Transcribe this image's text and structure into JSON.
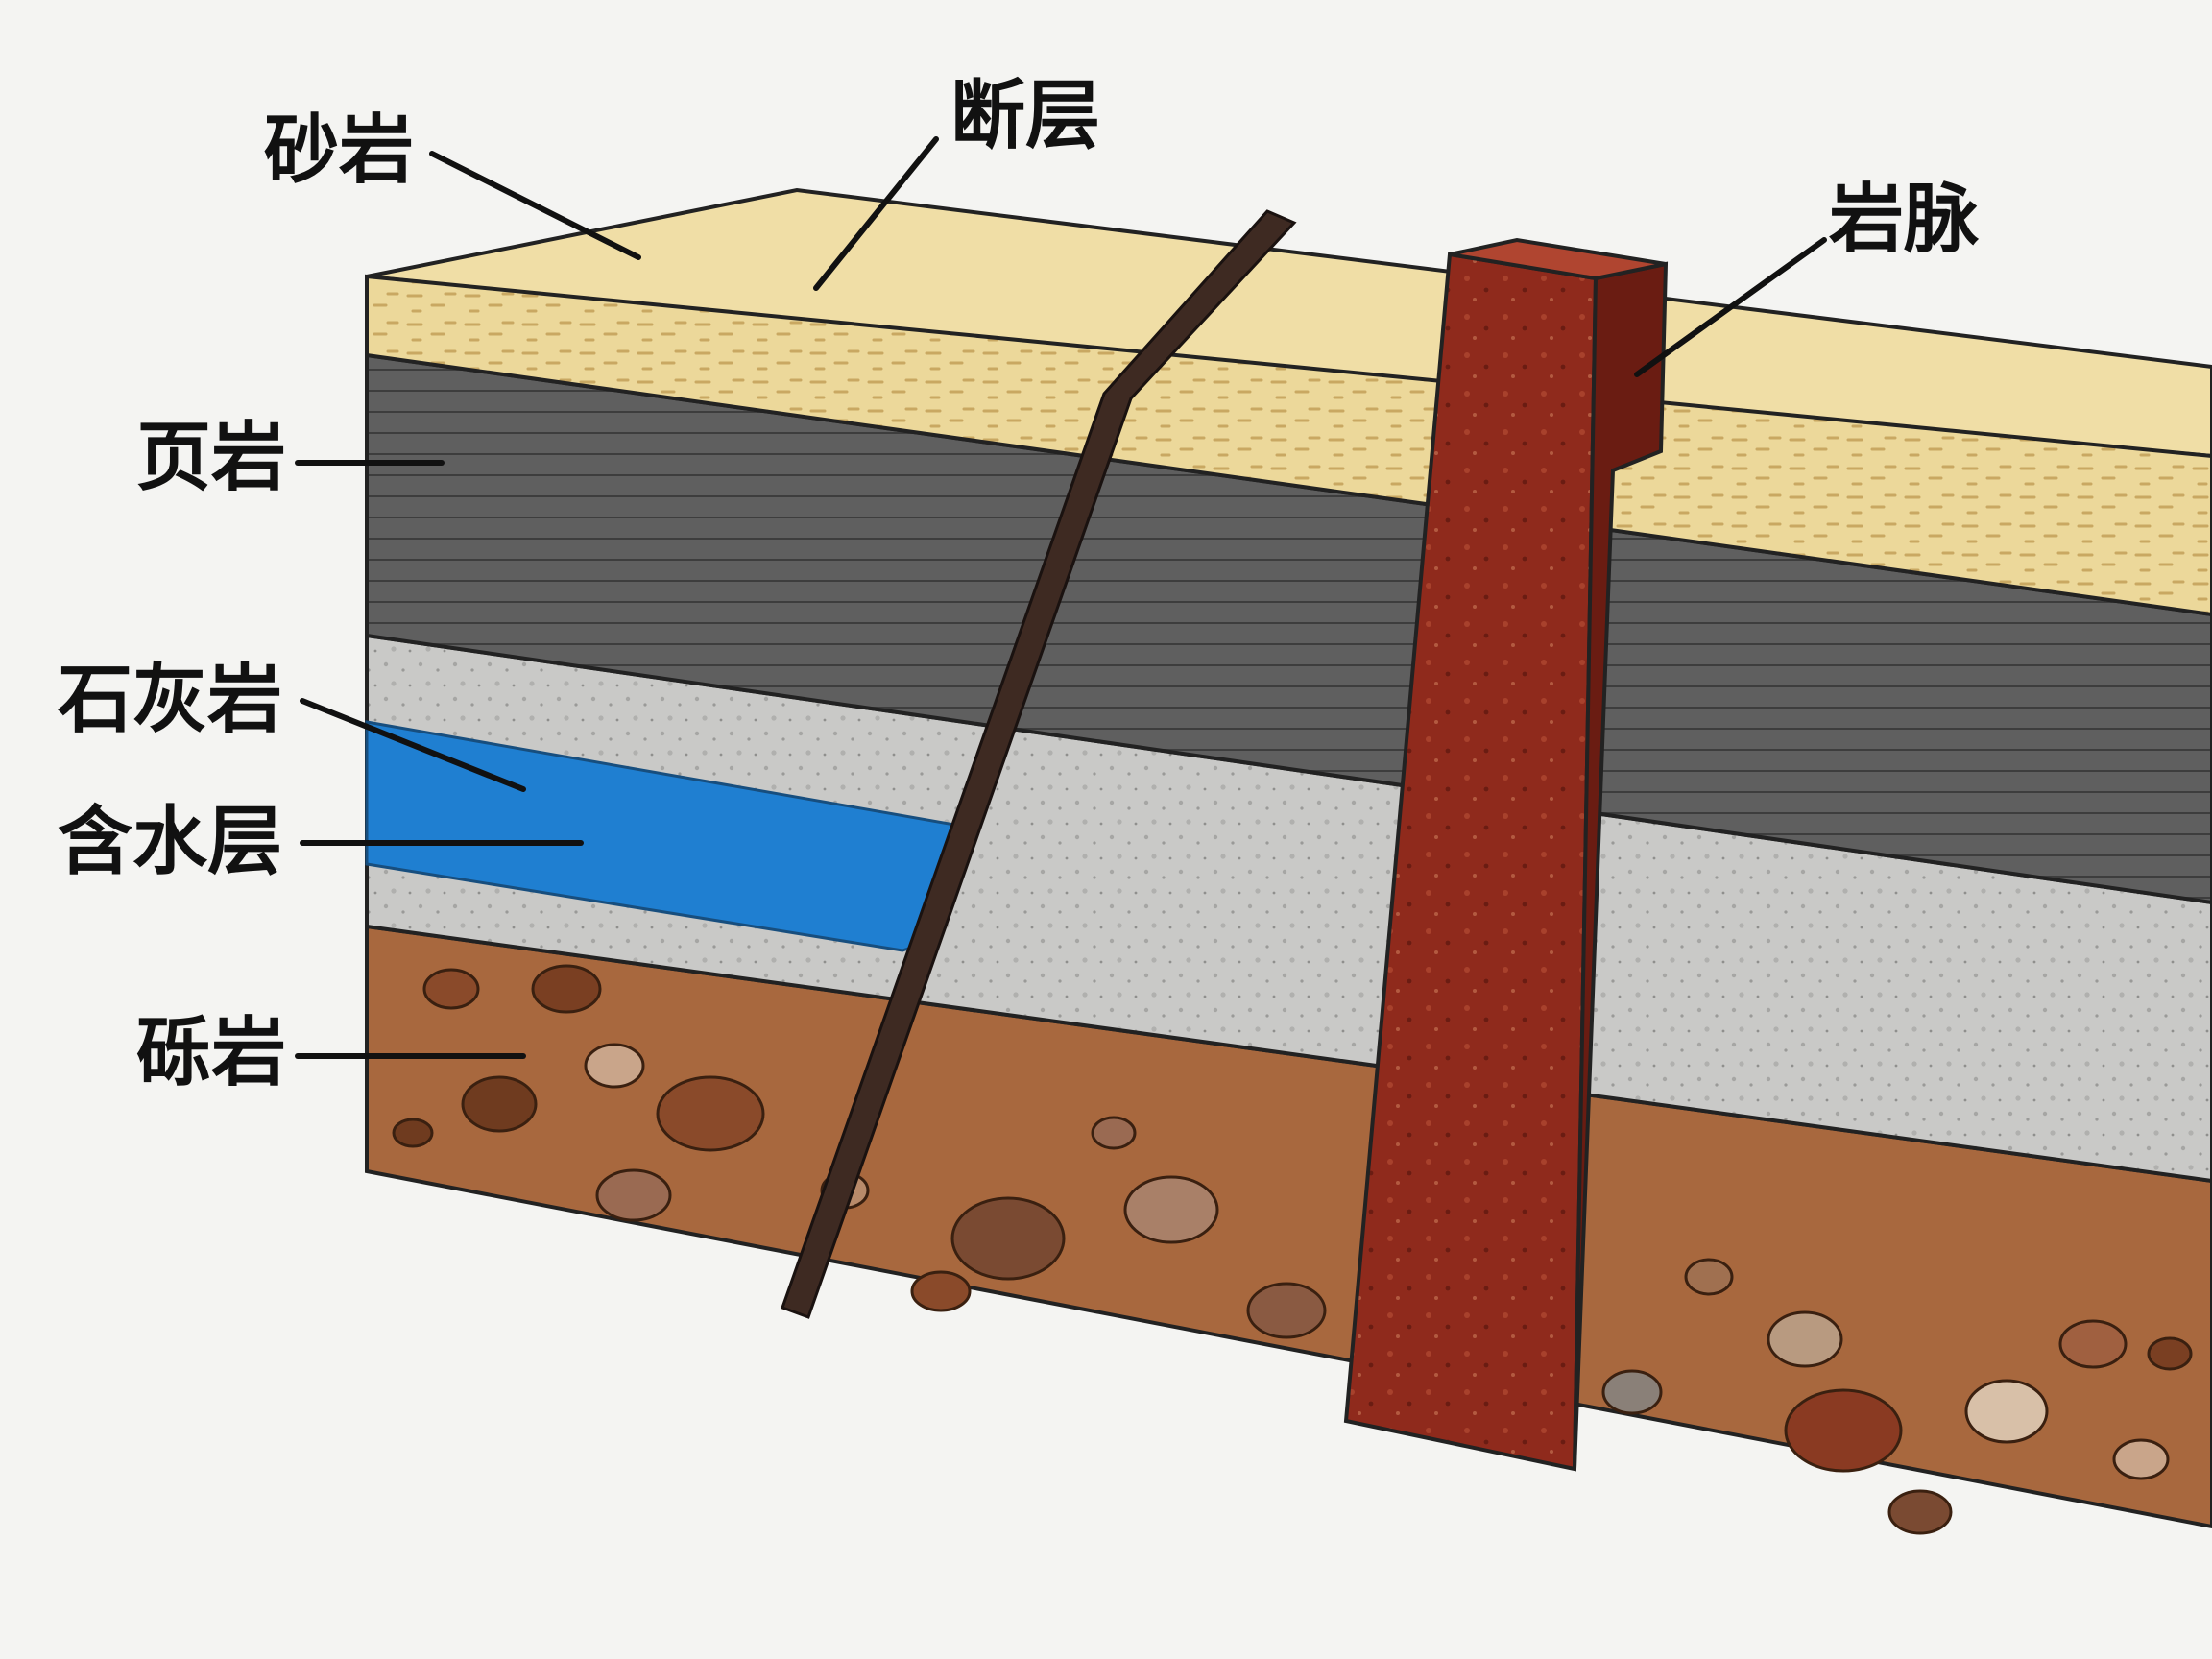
{
  "labels": {
    "sandstone": "砂岩",
    "fault": "断层",
    "dike": "岩脉",
    "shale": "页岩",
    "limestone": "石灰岩",
    "aquifer": "含水层",
    "conglomerate": "砾岩"
  },
  "colors": {
    "sandstone": "#ecd89a",
    "sandstone_dark": "#c9a862",
    "shale": "#5f5f5f",
    "shale_dark": "#3d3d3d",
    "limestone": "#c9c9c7",
    "limestone_dark": "#a6a6a4",
    "aquifer": "#1f7fd1",
    "conglomerate": "#a8683e",
    "conglomerate_dark": "#7a4525",
    "dike": "#8f2a1c",
    "dike_dark": "#6a1c12",
    "fault": "#3e2a22",
    "outline": "#222222"
  }
}
